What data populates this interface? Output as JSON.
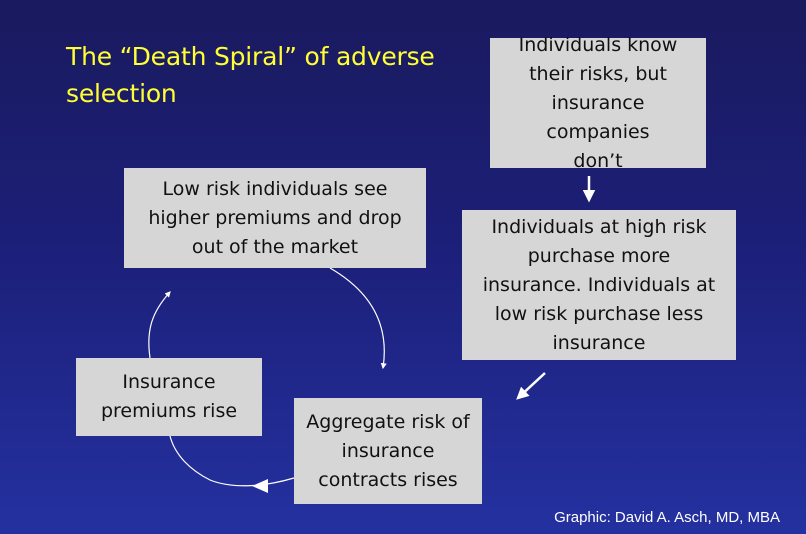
{
  "slide": {
    "title": "The “Death Spiral” of adverse\nselection",
    "credit": "Graphic: David A. Asch, MD, MBA"
  },
  "boxes": {
    "know": "Individuals know\ntheir risks, but\ninsurance companies\ndon’t",
    "purchase": "Individuals at high risk\npurchase more\ninsurance.  Individuals at\nlow risk purchase less\ninsurance",
    "lowrisk": "Low risk individuals see\nhigher premiums and drop\nout of the market",
    "premiums": "Insurance\npremiums rise",
    "aggregate": "Aggregate risk of\ninsurance\ncontracts rises"
  },
  "colors": {
    "title": "#ffff33",
    "box_fill": "#d6d6d6",
    "arrow": "#ffffff"
  }
}
